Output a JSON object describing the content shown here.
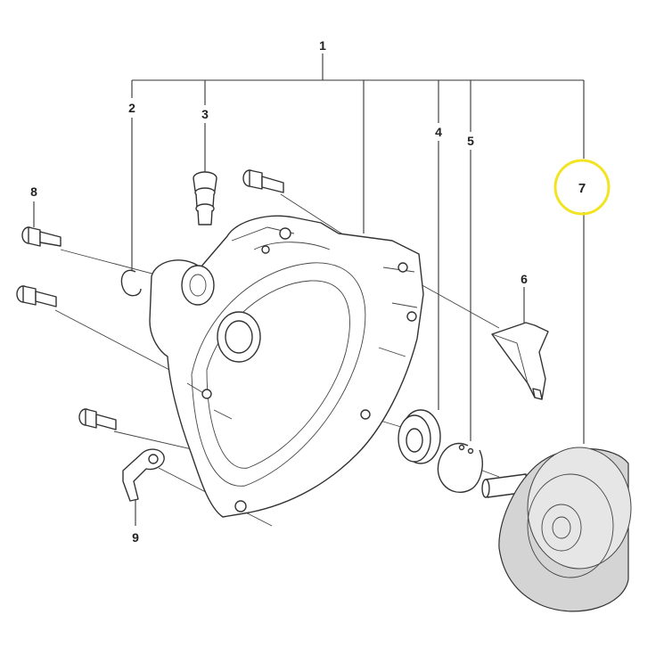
{
  "diagram": {
    "callouts": [
      {
        "id": "1",
        "text": "1"
      },
      {
        "id": "2",
        "text": "2"
      },
      {
        "id": "3",
        "text": "3"
      },
      {
        "id": "4",
        "text": "4"
      },
      {
        "id": "5",
        "text": "5"
      },
      {
        "id": "6",
        "text": "6"
      },
      {
        "id": "7",
        "text": "7"
      },
      {
        "id": "8",
        "text": "8"
      },
      {
        "id": "9",
        "text": "9"
      }
    ],
    "highlighted_callout": "7",
    "colors": {
      "highlight_ring": "#f2e422",
      "line": "#333333",
      "part_shade": "#d4d4d4",
      "background": "#ffffff"
    }
  }
}
